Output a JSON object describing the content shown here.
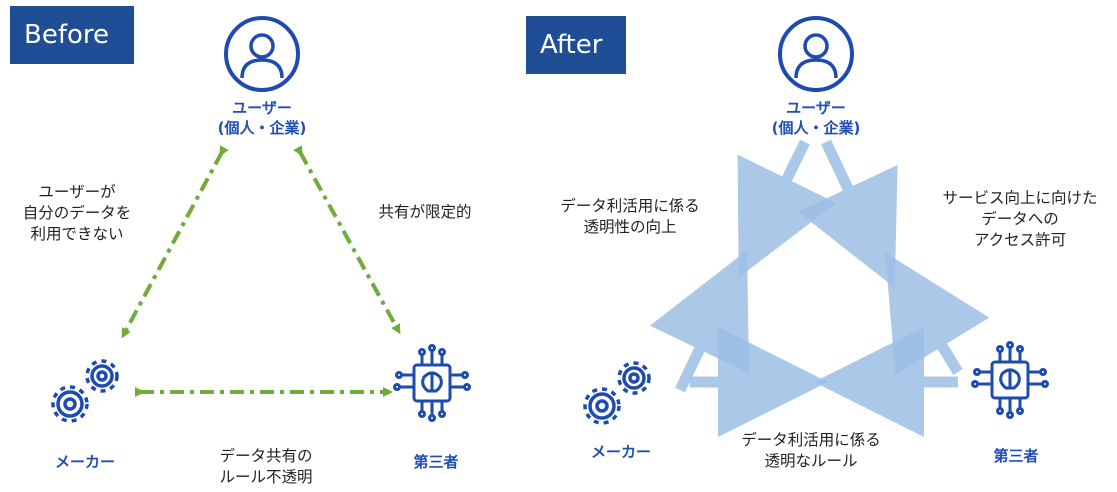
{
  "before": {
    "title": "Before",
    "user": {
      "line1": "ユーザー",
      "line2": "(個人・企業)"
    },
    "maker": "メーカー",
    "third_party": "第三者",
    "edge_user_maker": [
      "ユーザーが",
      "自分のデータを",
      "利用できない"
    ],
    "edge_user_third": [
      "共有が限定的"
    ],
    "edge_maker_third": [
      "データ共有の",
      "ルール不透明"
    ],
    "arrow_color": "#6fac3a"
  },
  "after": {
    "title": "After",
    "user": {
      "line1": "ユーザー",
      "line2": "(個人・企業)"
    },
    "maker": "メーカー",
    "third_party": "第三者",
    "edge_user_maker": [
      "データ利活用に係る",
      "透明性の向上"
    ],
    "edge_user_third": [
      "サービス向上に向けた",
      "データへの",
      "アクセス許可"
    ],
    "edge_maker_third": [
      "データ利活用に係る",
      "透明なルール"
    ],
    "arrow_color": "#9dbfe6"
  },
  "colors": {
    "navy": "#1f4e96",
    "icon_blue": "#1e4bb0"
  }
}
